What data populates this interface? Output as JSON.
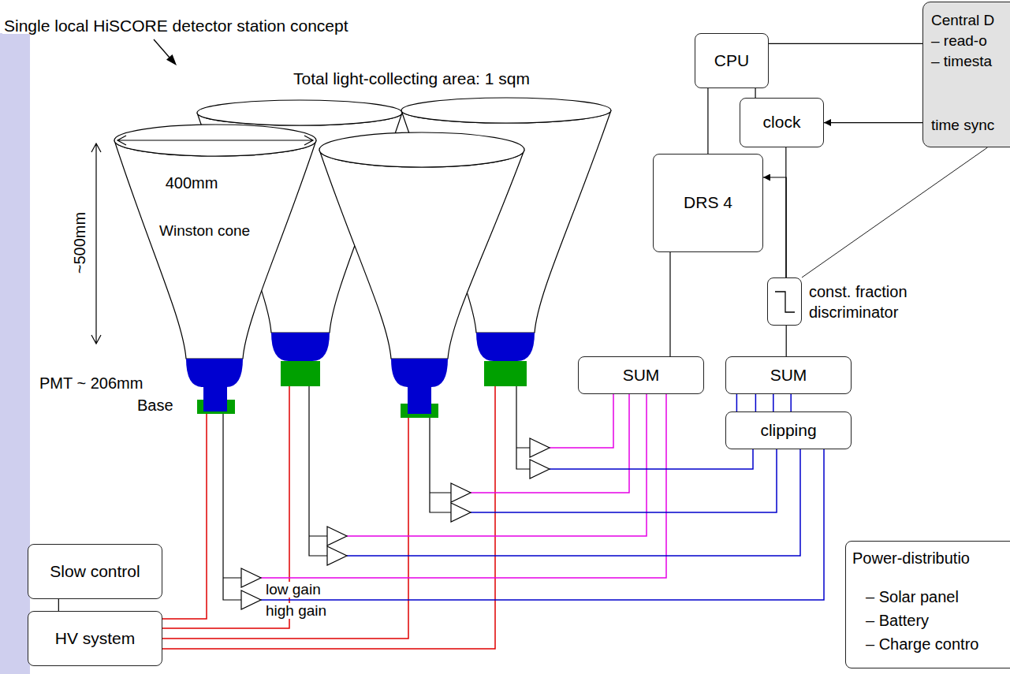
{
  "diagram": {
    "title": "Single local HiSCORE detector station concept",
    "nodes": [
      {
        "text": [
          "CPU"
        ]
      },
      {
        "text": [
          "Central D",
          "– read-o",
          "– timesta",
          "time sync"
        ]
      },
      {
        "text": [
          "clock"
        ]
      },
      {
        "text": [
          "DRS 4"
        ]
      },
      {
        "text": [
          "const. fraction discriminator"
        ]
      },
      {
        "text": [
          "SUM"
        ]
      },
      {
        "text": [
          "SUM"
        ]
      },
      {
        "text": [
          "clipping"
        ]
      },
      {
        "text": [
          "Slow control"
        ]
      },
      {
        "text": [
          "HV system"
        ]
      },
      {
        "text": [
          "Power-distributio",
          "– Solar panel",
          "– Battery",
          "– Charge contro"
        ]
      }
    ],
    "edges": [
      {
        "from": 0,
        "to": 1,
        "arrow": "none"
      },
      {
        "from": 1,
        "to": 2,
        "arrow": "to"
      },
      {
        "from": 0,
        "to": 3,
        "arrow": "none"
      },
      {
        "from": 0,
        "to": 2,
        "arrow": "none"
      },
      {
        "from": 2,
        "to": 4,
        "arrow": "none"
      },
      {
        "from": 4,
        "to": 3,
        "arrow": "to"
      },
      {
        "from": 3,
        "to": 5,
        "arrow": "none"
      },
      {
        "from": 4,
        "to": 6,
        "arrow": "none"
      },
      {
        "from": 7,
        "to": 6,
        "arrow": "none"
      },
      {
        "from": 7,
        "to": 6,
        "arrow": "none"
      },
      {
        "from": 7,
        "to": 6,
        "arrow": "none"
      },
      {
        "from": 7,
        "to": 6,
        "arrow": "none"
      },
      {
        "from": 1,
        "to": 4,
        "arrow": "none"
      },
      {
        "from": 8,
        "to": 9,
        "arrow": "none"
      }
    ],
    "labels": [
      "Total light-collecting area: 1 sqm",
      "400mm",
      "~500mm",
      "Winston cone",
      "PMT ~ 206mm",
      "Base",
      "low gain",
      "high gain"
    ]
  }
}
